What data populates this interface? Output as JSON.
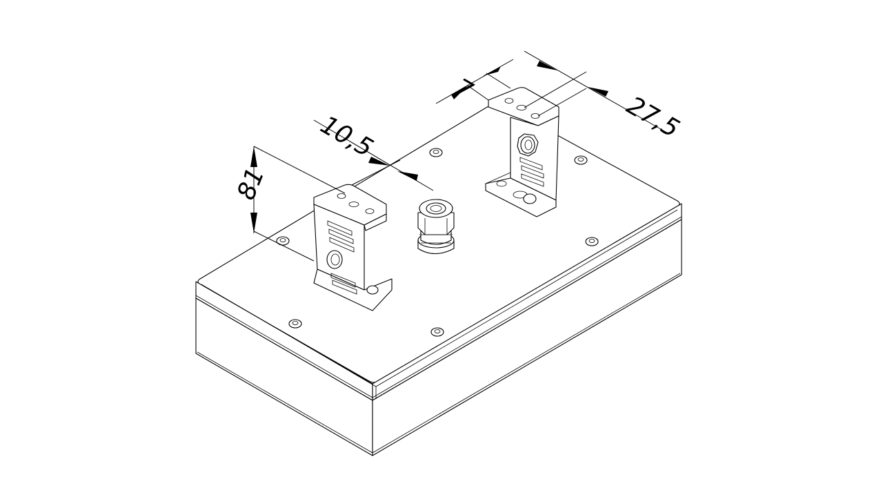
{
  "dimensions": {
    "height": "81",
    "offset_left": "10,5",
    "thickness": "7",
    "offset_right": "27,5"
  }
}
